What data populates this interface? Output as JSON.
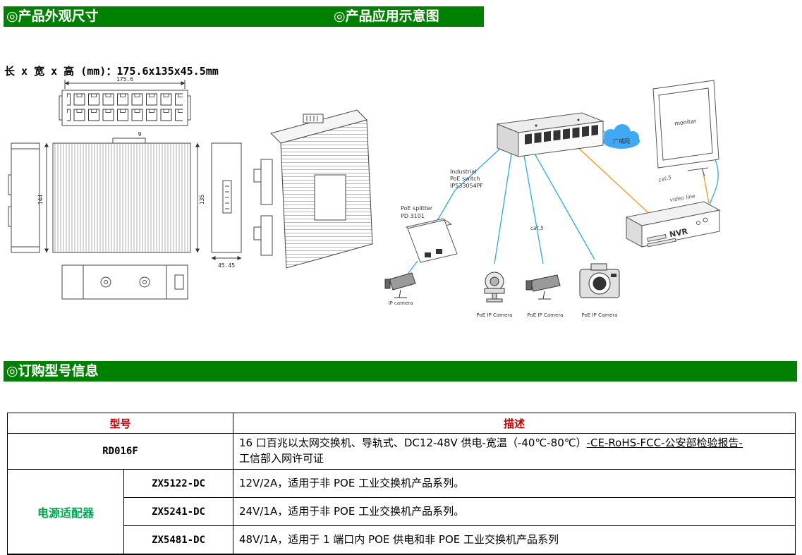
{
  "page": {
    "title_appearance": "◎产品外观尺寸",
    "title_application": "◎产品应用示意图",
    "title_ordering": "◎订购型号信息",
    "dimensions_note": "长 x 宽 x 高 (mm)：175.6x135x45.5mm"
  },
  "drawing": {
    "dim_length": "175.6",
    "dim_side_left": "144",
    "dim_side_right": "135",
    "dim_height": "45.45",
    "dim_tab": "9"
  },
  "diagram": {
    "switch_label_line1": "Industrial",
    "switch_label_line2": "PoE switch",
    "switch_label_line3": "IP533054PF",
    "splitter_label_line1": "PoE splitter",
    "splitter_label_line2": "PD 3101",
    "ip_camera_label": "IP camera",
    "cloud_label": "广域网",
    "monitor_label": "monitar",
    "cat5_label_top": "cat.5",
    "cat5_label_mid": "cat.5",
    "video_line_label": "video line",
    "nvr_label": "NVR",
    "camera_labels": [
      "PoE IP Camera",
      "PoE IP Camera",
      "PoE IP Camera"
    ]
  },
  "table": {
    "header_model": "型号",
    "header_desc": "描述",
    "group_label": "电源适配器",
    "rows": [
      {
        "model": "RD016F",
        "desc_part1": "16 口百兆以太网交换机、导轨式、DC12-48V 供电-宽温（-40℃-80℃）",
        "desc_underline": "-CE-RoHS-FCC-公安部检验报告-",
        "desc_part2": "工信部入网许可证"
      },
      {
        "model": "ZX5122-DC",
        "desc": "12V/2A，适用于非 POE 工业交换机产品系列。"
      },
      {
        "model": "ZX5241-DC",
        "desc": "24V/1A，适用于非 POE 工业交换机产品系列。"
      },
      {
        "model": "ZX5481-DC",
        "desc": "48V/1A，适用于 1 端口内 POE 供电和非 POE 工业交换机产品系列"
      }
    ]
  },
  "colors": {
    "section_bar": "#008000",
    "header_text": "#c00000",
    "group_text": "#00a651",
    "diagram_blue": "#29abe2",
    "diagram_orange": "#f7941e"
  }
}
